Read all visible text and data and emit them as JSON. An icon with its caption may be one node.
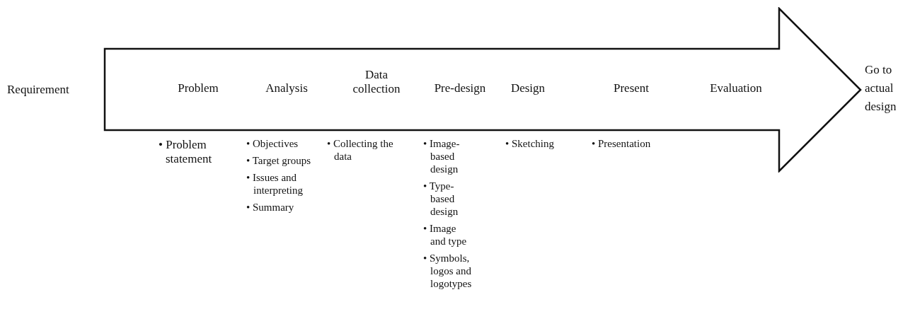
{
  "diagram": {
    "nodes": [
      {
        "text": [
          "Problem",
          "Analysis",
          "Data collection",
          "Pre-design",
          "Design",
          "Present",
          "Evaluation"
        ]
      }
    ],
    "labels": [
      "Requirement",
      "Go to actual design",
      "• Problem statement",
      "• Objectives",
      "• Target groups",
      "• Issues and interpreting",
      "• Summary",
      "• Collecting the data",
      "• Image-based design",
      "• Type-based design",
      "• Image and type",
      "• Symbols, logos and logotypes",
      "• Sketching",
      "• Presentation"
    ]
  }
}
